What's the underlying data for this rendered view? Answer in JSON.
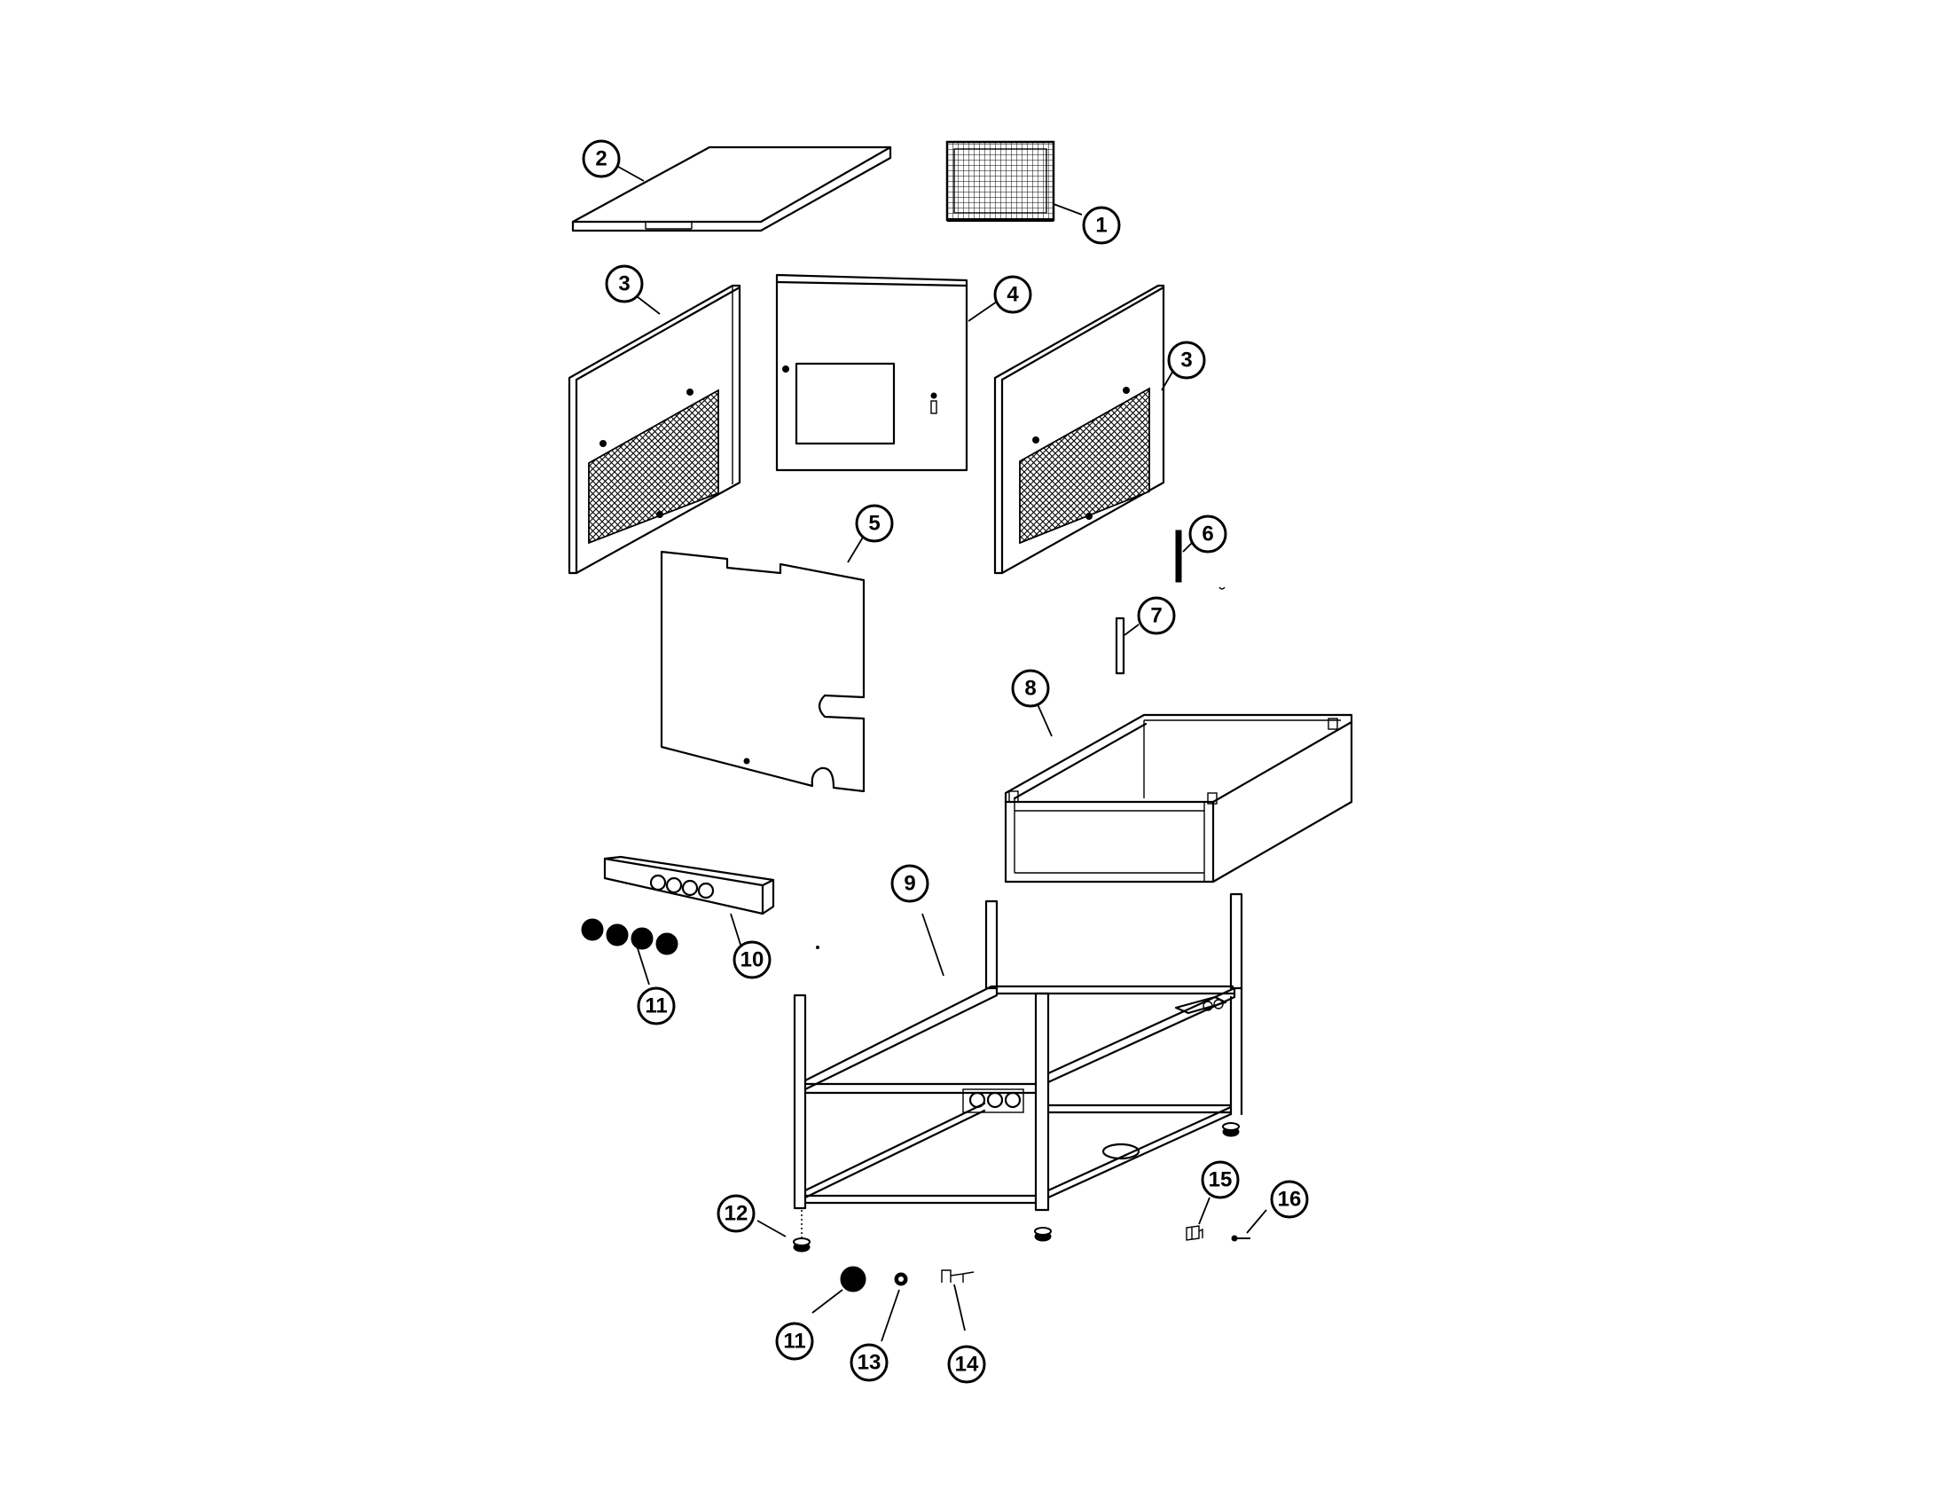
{
  "callouts": [
    {
      "id": "c1",
      "label": "1",
      "name": "callout-1-filter"
    },
    {
      "id": "c2",
      "label": "2",
      "name": "callout-2-top-panel"
    },
    {
      "id": "c3a",
      "label": "3",
      "name": "callout-3-side-panel-left"
    },
    {
      "id": "c3b",
      "label": "3",
      "name": "callout-3-side-panel-right"
    },
    {
      "id": "c4",
      "label": "4",
      "name": "callout-4-front-panel"
    },
    {
      "id": "c5",
      "label": "5",
      "name": "callout-5-back-panel"
    },
    {
      "id": "c6",
      "label": "6",
      "name": "callout-6-rod"
    },
    {
      "id": "c7",
      "label": "7",
      "name": "callout-7-pin"
    },
    {
      "id": "c8",
      "label": "8",
      "name": "callout-8-tray"
    },
    {
      "id": "c9",
      "label": "9",
      "name": "callout-9-frame"
    },
    {
      "id": "c10",
      "label": "10",
      "name": "callout-10-control-bracket"
    },
    {
      "id": "c11a",
      "label": "11",
      "name": "callout-11-knobs"
    },
    {
      "id": "c11b",
      "label": "11",
      "name": "callout-11-knob"
    },
    {
      "id": "c12",
      "label": "12",
      "name": "callout-12-leg-foot"
    },
    {
      "id": "c13",
      "label": "13",
      "name": "callout-13-bushing"
    },
    {
      "id": "c14",
      "label": "14",
      "name": "callout-14-clip"
    },
    {
      "id": "c15",
      "label": "15",
      "name": "callout-15-bracket"
    },
    {
      "id": "c16",
      "label": "16",
      "name": "callout-16-screw"
    }
  ]
}
